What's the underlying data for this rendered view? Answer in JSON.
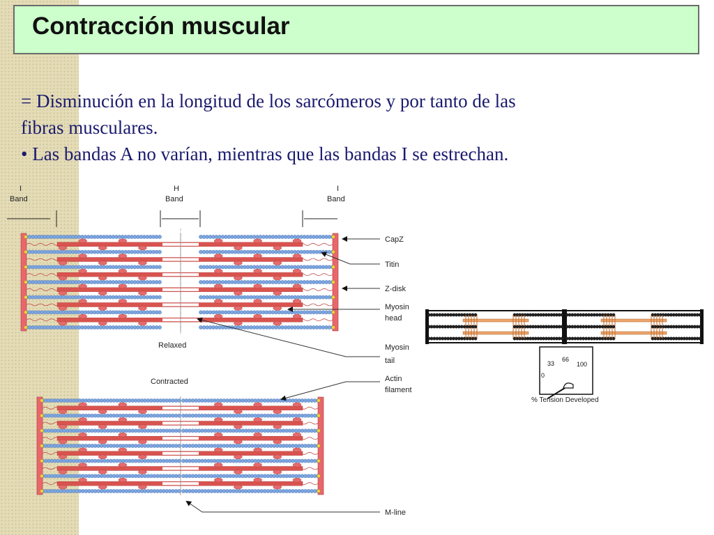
{
  "slide": {
    "title": "Contracción muscular",
    "lines": [
      " = Disminución en la longitud de los sarcómeros y por tanto de las",
      "fibras musculares.",
      "• Las bandas A no varían, mientras que las bandas I se estrechan."
    ]
  },
  "diagram": {
    "band_labels": {
      "i_band_left": [
        "I",
        "Band"
      ],
      "h_band": [
        "H",
        "Band"
      ],
      "i_band_right": [
        "I",
        "Band"
      ]
    },
    "callouts": {
      "capz": "CapZ",
      "titin": "Titin",
      "z_disk": "Z-disk",
      "myosin_head": [
        "Myosin",
        "head"
      ],
      "myosin_tail": [
        "Myosin",
        "tail"
      ],
      "actin_filament": [
        "Actin",
        "filament"
      ],
      "m_line": "M-line"
    },
    "state_labels": {
      "relaxed": "Relaxed",
      "contracted": "Contracted"
    },
    "tension_gauge": {
      "caption": "% Tension Developed",
      "scale": [
        "0",
        "33",
        "66",
        "100"
      ],
      "reading_percent": 0
    }
  }
}
